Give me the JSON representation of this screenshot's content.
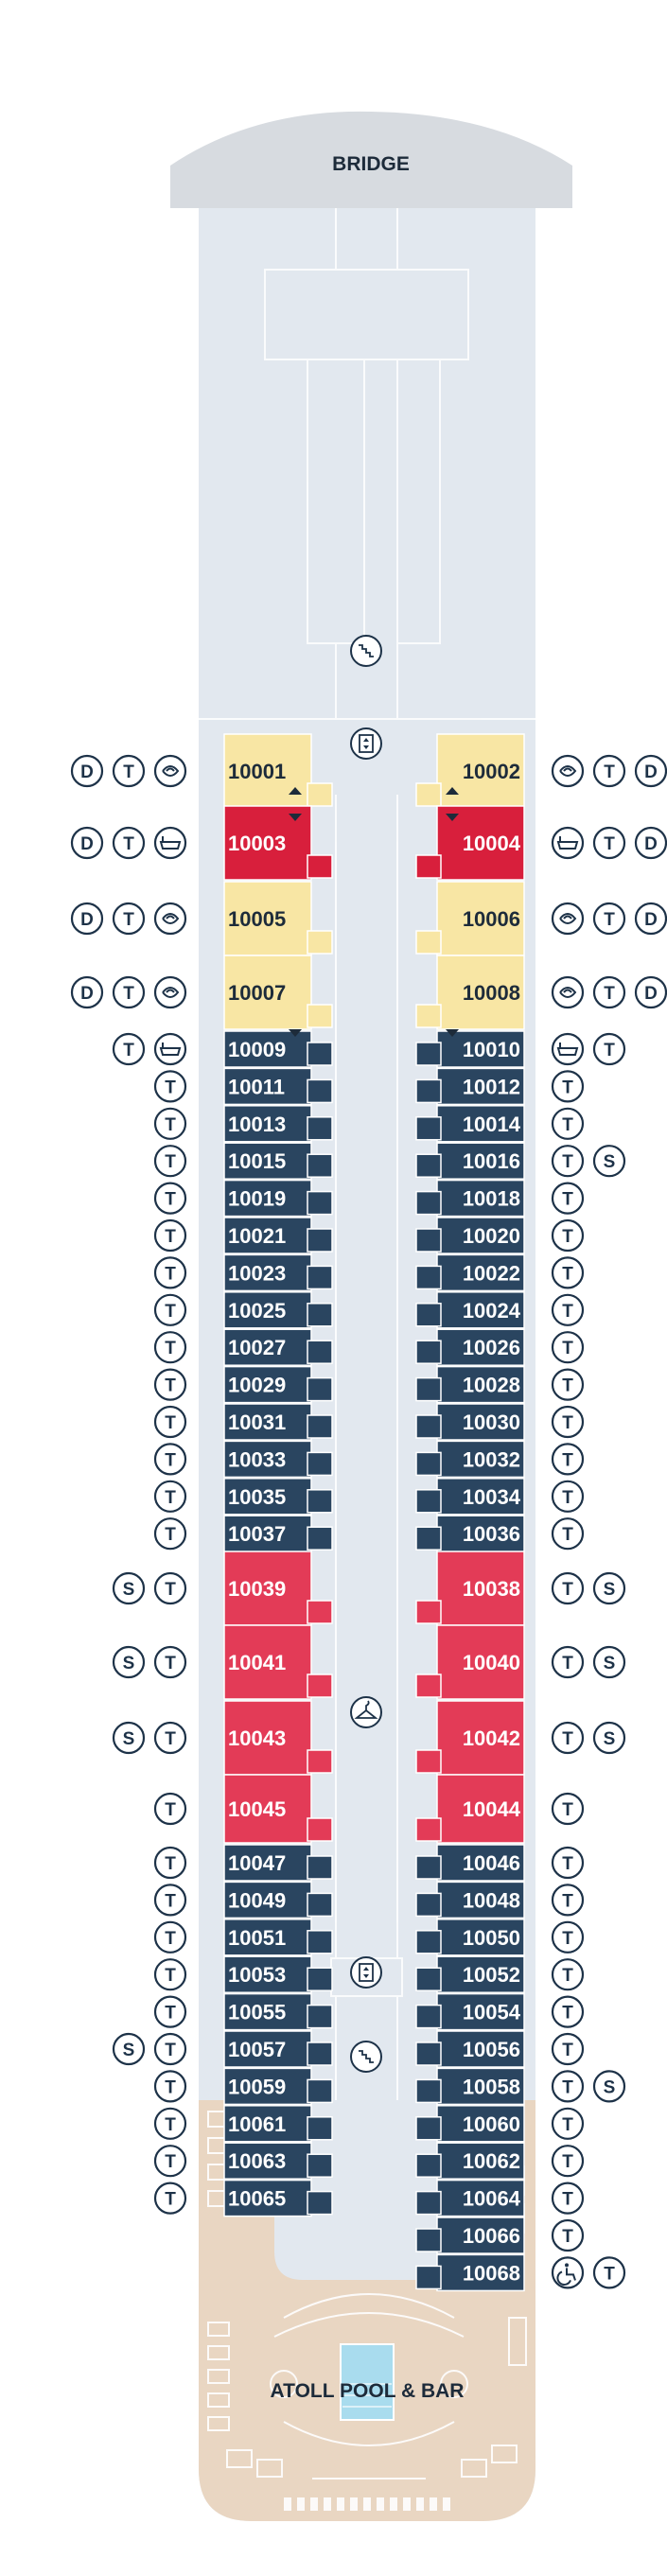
{
  "deck": {
    "bridge_label": "BRIDGE",
    "pool_label": "ATOLL POOL & BAR"
  },
  "colors": {
    "hull": "#e2e8ef",
    "bridge": "#d7dbe0",
    "cabin_yellow": "#f8e6a4",
    "cabin_red": "#d81f3c",
    "cabin_pink": "#e33b57",
    "cabin_navy": "#2a4560",
    "aft_deck": "#e9d6c2",
    "pool": "#a9dcee",
    "icon": "#1d3248"
  },
  "legend_icons": {
    "D": "D",
    "T": "T",
    "S": "S",
    "jacuzzi": "jacuzzi-icon",
    "bathtub": "bathtub-icon",
    "accessible": "wheelchair-icon"
  },
  "cabins_left": [
    {
      "no": "10001",
      "color": "yellow",
      "icons": [
        "D",
        "T",
        "jacuzzi"
      ]
    },
    {
      "no": "10003",
      "color": "red",
      "icons": [
        "D",
        "T",
        "bathtub"
      ]
    },
    {
      "no": "10005",
      "color": "yellow",
      "icons": [
        "D",
        "T",
        "jacuzzi"
      ]
    },
    {
      "no": "10007",
      "color": "yellow",
      "icons": [
        "D",
        "T",
        "jacuzzi"
      ]
    },
    {
      "no": "10009",
      "color": "navy",
      "icons": [
        "T",
        "bathtub"
      ]
    },
    {
      "no": "10011",
      "color": "navy",
      "icons": [
        "T"
      ]
    },
    {
      "no": "10013",
      "color": "navy",
      "icons": [
        "T"
      ]
    },
    {
      "no": "10015",
      "color": "navy",
      "icons": [
        "T"
      ]
    },
    {
      "no": "10019",
      "color": "navy",
      "icons": [
        "T"
      ]
    },
    {
      "no": "10021",
      "color": "navy",
      "icons": [
        "T"
      ]
    },
    {
      "no": "10023",
      "color": "navy",
      "icons": [
        "T"
      ]
    },
    {
      "no": "10025",
      "color": "navy",
      "icons": [
        "T"
      ]
    },
    {
      "no": "10027",
      "color": "navy",
      "icons": [
        "T"
      ]
    },
    {
      "no": "10029",
      "color": "navy",
      "icons": [
        "T"
      ]
    },
    {
      "no": "10031",
      "color": "navy",
      "icons": [
        "T"
      ]
    },
    {
      "no": "10033",
      "color": "navy",
      "icons": [
        "T"
      ]
    },
    {
      "no": "10035",
      "color": "navy",
      "icons": [
        "T"
      ]
    },
    {
      "no": "10037",
      "color": "navy",
      "icons": [
        "T"
      ]
    },
    {
      "no": "10039",
      "color": "pink",
      "icons": [
        "S",
        "T"
      ]
    },
    {
      "no": "10041",
      "color": "pink",
      "icons": [
        "S",
        "T"
      ]
    },
    {
      "no": "10043",
      "color": "pink",
      "icons": [
        "S",
        "T"
      ]
    },
    {
      "no": "10045",
      "color": "pink",
      "icons": [
        "T"
      ]
    },
    {
      "no": "10047",
      "color": "navy",
      "icons": [
        "T"
      ]
    },
    {
      "no": "10049",
      "color": "navy",
      "icons": [
        "T"
      ]
    },
    {
      "no": "10051",
      "color": "navy",
      "icons": [
        "T"
      ]
    },
    {
      "no": "10053",
      "color": "navy",
      "icons": [
        "T"
      ]
    },
    {
      "no": "10055",
      "color": "navy",
      "icons": [
        "T"
      ]
    },
    {
      "no": "10057",
      "color": "navy",
      "icons": [
        "S",
        "T"
      ]
    },
    {
      "no": "10059",
      "color": "navy",
      "icons": [
        "T"
      ]
    },
    {
      "no": "10061",
      "color": "navy",
      "icons": [
        "T"
      ]
    },
    {
      "no": "10063",
      "color": "navy",
      "icons": [
        "T"
      ]
    },
    {
      "no": "10065",
      "color": "navy",
      "icons": [
        "T"
      ]
    }
  ],
  "cabins_right": [
    {
      "no": "10002",
      "color": "yellow",
      "icons": [
        "jacuzzi",
        "T",
        "D"
      ]
    },
    {
      "no": "10004",
      "color": "red",
      "icons": [
        "bathtub",
        "T",
        "D"
      ]
    },
    {
      "no": "10006",
      "color": "yellow",
      "icons": [
        "jacuzzi",
        "T",
        "D"
      ]
    },
    {
      "no": "10008",
      "color": "yellow",
      "icons": [
        "jacuzzi",
        "T",
        "D"
      ]
    },
    {
      "no": "10010",
      "color": "navy",
      "icons": [
        "bathtub",
        "T"
      ]
    },
    {
      "no": "10012",
      "color": "navy",
      "icons": [
        "T"
      ]
    },
    {
      "no": "10014",
      "color": "navy",
      "icons": [
        "T"
      ]
    },
    {
      "no": "10016",
      "color": "navy",
      "icons": [
        "T",
        "S"
      ]
    },
    {
      "no": "10018",
      "color": "navy",
      "icons": [
        "T"
      ]
    },
    {
      "no": "10020",
      "color": "navy",
      "icons": [
        "T"
      ]
    },
    {
      "no": "10022",
      "color": "navy",
      "icons": [
        "T"
      ]
    },
    {
      "no": "10024",
      "color": "navy",
      "icons": [
        "T"
      ]
    },
    {
      "no": "10026",
      "color": "navy",
      "icons": [
        "T"
      ]
    },
    {
      "no": "10028",
      "color": "navy",
      "icons": [
        "T"
      ]
    },
    {
      "no": "10030",
      "color": "navy",
      "icons": [
        "T"
      ]
    },
    {
      "no": "10032",
      "color": "navy",
      "icons": [
        "T"
      ]
    },
    {
      "no": "10034",
      "color": "navy",
      "icons": [
        "T"
      ]
    },
    {
      "no": "10036",
      "color": "navy",
      "icons": [
        "T"
      ]
    },
    {
      "no": "10038",
      "color": "pink",
      "icons": [
        "T",
        "S"
      ]
    },
    {
      "no": "10040",
      "color": "pink",
      "icons": [
        "T",
        "S"
      ]
    },
    {
      "no": "10042",
      "color": "pink",
      "icons": [
        "T",
        "S"
      ]
    },
    {
      "no": "10044",
      "color": "pink",
      "icons": [
        "T"
      ]
    },
    {
      "no": "10046",
      "color": "navy",
      "icons": [
        "T"
      ]
    },
    {
      "no": "10048",
      "color": "navy",
      "icons": [
        "T"
      ]
    },
    {
      "no": "10050",
      "color": "navy",
      "icons": [
        "T"
      ]
    },
    {
      "no": "10052",
      "color": "navy",
      "icons": [
        "T"
      ]
    },
    {
      "no": "10054",
      "color": "navy",
      "icons": [
        "T"
      ]
    },
    {
      "no": "10056",
      "color": "navy",
      "icons": [
        "T"
      ]
    },
    {
      "no": "10058",
      "color": "navy",
      "icons": [
        "T",
        "S"
      ]
    },
    {
      "no": "10060",
      "color": "navy",
      "icons": [
        "T"
      ]
    },
    {
      "no": "10062",
      "color": "navy",
      "icons": [
        "T"
      ]
    },
    {
      "no": "10064",
      "color": "navy",
      "icons": [
        "T"
      ]
    },
    {
      "no": "10066",
      "color": "navy",
      "icons": [
        "T"
      ]
    },
    {
      "no": "10068",
      "color": "navy",
      "icons": [
        "accessible",
        "T"
      ]
    }
  ]
}
